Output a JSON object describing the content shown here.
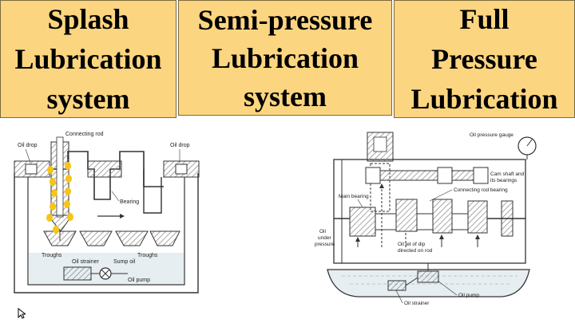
{
  "headers": {
    "splash": [
      "Splash",
      "Lubrication",
      "system"
    ],
    "semi": [
      "Semi-pressure",
      "Lubrication",
      "system"
    ],
    "full": [
      "Full",
      "Pressure",
      "Lubrication"
    ]
  },
  "splash_labels": {
    "connecting_rod": "Connecting rod",
    "oil_drop_left": "Oil drop",
    "oil_drop_right": "Oil drop",
    "bearing": "Bearing",
    "troughs_left": "Troughs",
    "troughs_right": "Troughs",
    "oil_strainer": "Oil strainer",
    "sump_oil": "Sump oil",
    "oil_pump": "Oil pump"
  },
  "full_labels": {
    "oil_pressure_gauge": "Oil pressure gauge",
    "cam_shaft": [
      "Cam shaft and",
      "its bearings"
    ],
    "connecting_rod_bearing": "Connecting rod bearing",
    "main_bearing": "Main bearing",
    "oil_under_pressure": [
      "Oil",
      "under",
      "pressure"
    ],
    "oil_jet": [
      "Oil jet of dip",
      "directed on rod"
    ],
    "oil_pump": "Oil pump",
    "oil_strainer": "Oil strainer"
  },
  "colors": {
    "header_bg": "#fcd580",
    "oil_drop": "#f5c518",
    "line": "#333333",
    "hatch": "#9a9a9a",
    "oil": "#dfe8ee"
  }
}
